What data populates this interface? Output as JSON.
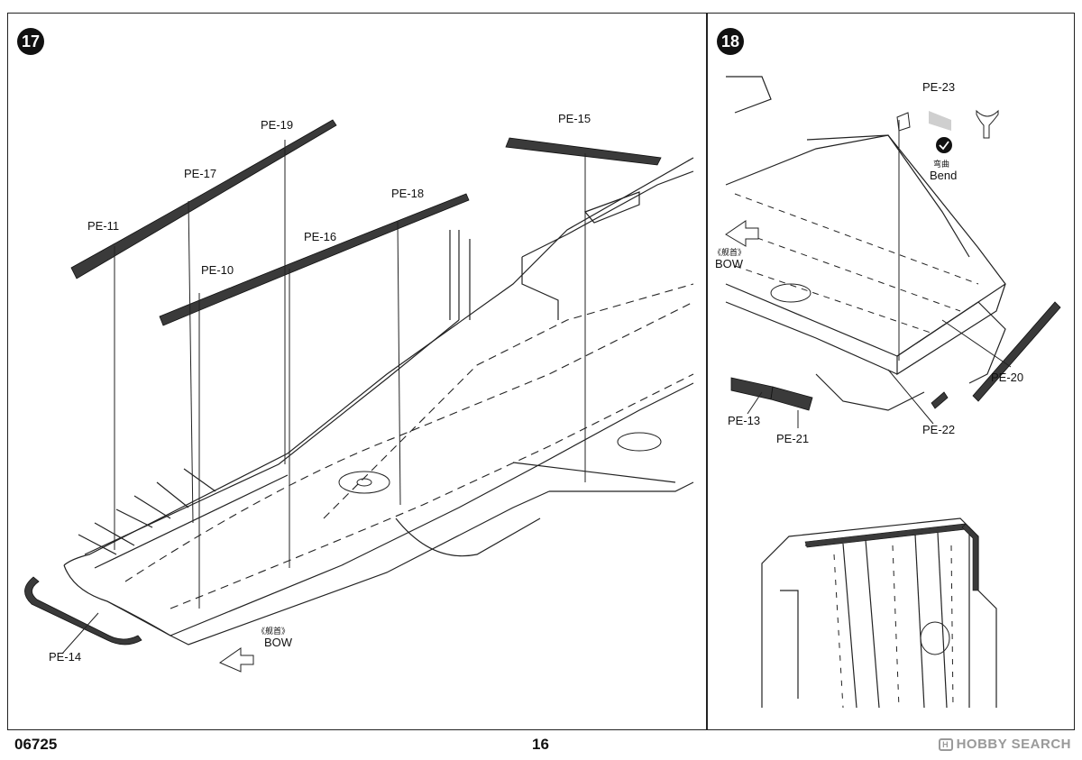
{
  "steps": {
    "left": "17",
    "right": "18"
  },
  "left_panel": {
    "parts": [
      "PE-19",
      "PE-17",
      "PE-15",
      "PE-18",
      "PE-11",
      "PE-16",
      "PE-10",
      "PE-14"
    ],
    "bow_cn": "《舰首》",
    "bow_en": "BOW"
  },
  "right_panel": {
    "parts": [
      "PE-23",
      "PE-20",
      "PE-13",
      "PE-21",
      "PE-22"
    ],
    "bend_cn": "弯曲",
    "bend_en": "Bend",
    "bow_cn": "《舰首》",
    "bow_en": "BOW"
  },
  "footer": {
    "catalog_number": "06725",
    "page_number": "16",
    "watermark_logo": "H",
    "watermark": "HOBBY SEARCH"
  },
  "colors": {
    "etched_part": "#3a3a3a",
    "line": "#222222"
  }
}
